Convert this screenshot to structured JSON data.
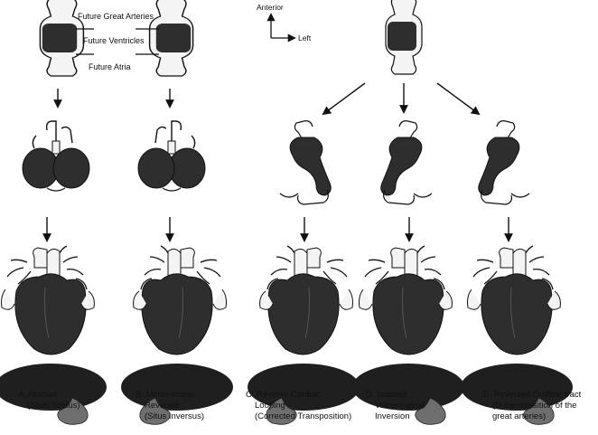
{
  "region_labels": {
    "great_arteries": "Future Great Arteries",
    "ventricles": "Future Ventricles",
    "atria": "Future Atria"
  },
  "orientation": {
    "anterior": "Anterior",
    "left": "Left"
  },
  "panels": [
    {
      "letter": "A.",
      "title": "Normal",
      "subtitle": "(Situs Solitus)"
    },
    {
      "letter": "B.",
      "title": "Mirror-Image",
      "line2": "Reversal",
      "subtitle": "(Situs Inversus)"
    },
    {
      "letter": "C.",
      "title": "Reverse Cardiac",
      "line2": "Looping",
      "subtitle": "(Corrected Transposition)"
    },
    {
      "letter": "D.",
      "title": "Isolated",
      "line2": "Viscero-atrial",
      "subtitle": "Inversion"
    },
    {
      "letter": "E.",
      "title": "Reversed Outflow tract",
      "line2": "(D-transposition of the",
      "subtitle": "great arteries)"
    }
  ],
  "colors": {
    "myocardium": "#2e2e2e",
    "vessel": "#f2f2f2",
    "outline": "#111111",
    "gut": "#6e6e6e"
  }
}
